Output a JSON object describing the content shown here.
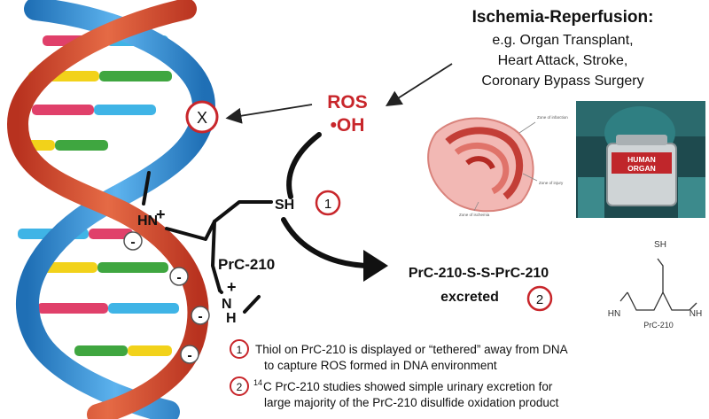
{
  "header": {
    "title": "Ischemia-Reperfusion:",
    "lines": [
      "e.g. Organ Transplant,",
      "Heart Attack, Stroke,",
      "Coronary Bypass Surgery"
    ]
  },
  "ros": {
    "line1": "ROS",
    "line2": "•OH"
  },
  "x_mark": "X",
  "molecule": {
    "sh_label": "SH",
    "hn_label": "HN",
    "plus": "+",
    "n_label": "N",
    "h_label": "H",
    "name": "PrC-210",
    "minus": "-"
  },
  "product": {
    "line1": "PrC-210-S-S-PrC-210",
    "line2": "excreted"
  },
  "badges": {
    "one": "1",
    "two": "2"
  },
  "heart_labels": [
    "Zone of infarction",
    "Zone of injury",
    "Zone of ischemia"
  ],
  "organ_box_text": [
    "HUMAN",
    "ORGAN"
  ],
  "structure": {
    "sh": "SH",
    "hn": "HN",
    "nh": "NH",
    "name": "PrC-210"
  },
  "notes": [
    {
      "num": "1",
      "line1": "Thiol on PrC-210 is displayed or “tethered” away from DNA",
      "line2": "to capture ROS formed in DNA environment"
    },
    {
      "num": "2",
      "sup": "14",
      "line1": "C PrC-210 studies showed simple urinary excretion for",
      "line2": "large majority of the PrC-210 disulfide oxidation product"
    }
  ],
  "colors": {
    "accent_red": "#c8262b",
    "helix_red": "#d6452f",
    "helix_blue": "#3a8fd3",
    "rung_yellow": "#f2d21a",
    "rung_green": "#3fa640",
    "rung_pink": "#e0406a",
    "rung_blue": "#3fb4e6"
  },
  "icons": [
    "dna-helix-icon",
    "arrow-icon",
    "heart-section-icon",
    "organ-box-photo-icon"
  ]
}
